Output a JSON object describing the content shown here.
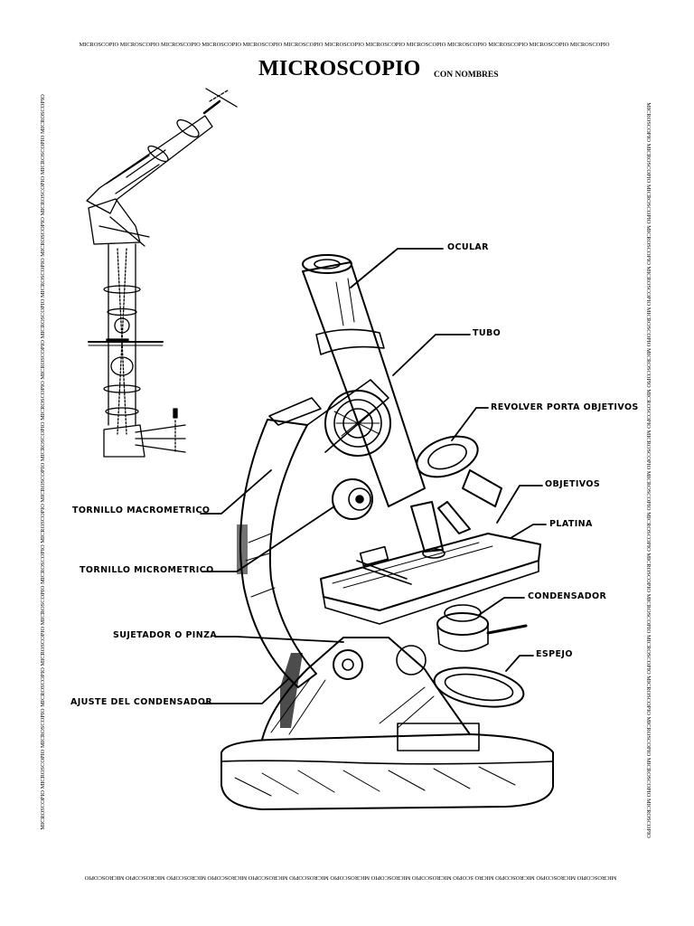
{
  "border": {
    "top": "MICROSCOPIO MICROSCOPIO MICROSCOPIO MICROSCOPIO MICROSCOPIO MICROSCOPIO MICROSCOPIO MICROSCOPIO MICROSCOPIO MICROSCOPIO MICROSCOPIO MICROSCOPIO MICROSCOPIO",
    "bottom": "MICROSCOPIO MICROSCOPIO MICROSCOPIO MICRO SCOPIO MICROSCOPIO MICROSCOPIO MICROSCOPIO MICROSCOPIO MICROSCOPIO MICROSCOPIO MICROSCOPIO MICROSCOPIO MICROSCOPIO",
    "left": "MICROSCOPIO MICROSCOPIO MICROSCOPIO MICROSCOPIO MICROSCOPIO MICROSCOPIO MICROSCOPIO MICROSCOPIO MICROSCOPIO MICROSCOPIO MICROSCOPIO MICROSCOPIO MICROSCOPIO MICROSCOPIO MICROSCOPIO MICROSCOPIO MICROSCOPIO MICROSCOPIO",
    "right": "MICROSCOPIO MICROSCOPIO MICROSCOPIO MICROSCOPIO MICROSCOPIO MICROSCOPIO MICROSCOPIO MICROSCOPIO MICROSCOPIO MICROSCOPIO MICROSCOPIO MICROSCOPIO MICROSCOPIO MICROSCOPIO MICROSCOPIO MICROSCOPIO MICROSCOPIO MICROSCOPIO"
  },
  "title": "MICROSCOPIO",
  "subtitle": "CON NOMBRES",
  "labels": {
    "ocular": "OCULAR",
    "tubo": "TUBO",
    "revolver": "REVOLVER PORTA OBJETIVOS",
    "objetivos": "OBJETIVOS",
    "platina": "PLATINA",
    "condensador": "CONDENSADOR",
    "espejo": "ESPEJO",
    "tornillo_macrometrico": "TORNILLO MACROMETRICO",
    "tornillo_micrometrico": "TORNILLO MICROMETRICO",
    "sujetador": "SUJETADOR O PINZA",
    "ajuste_condensador": "AJUSTE DEL CONDENSADOR"
  }
}
